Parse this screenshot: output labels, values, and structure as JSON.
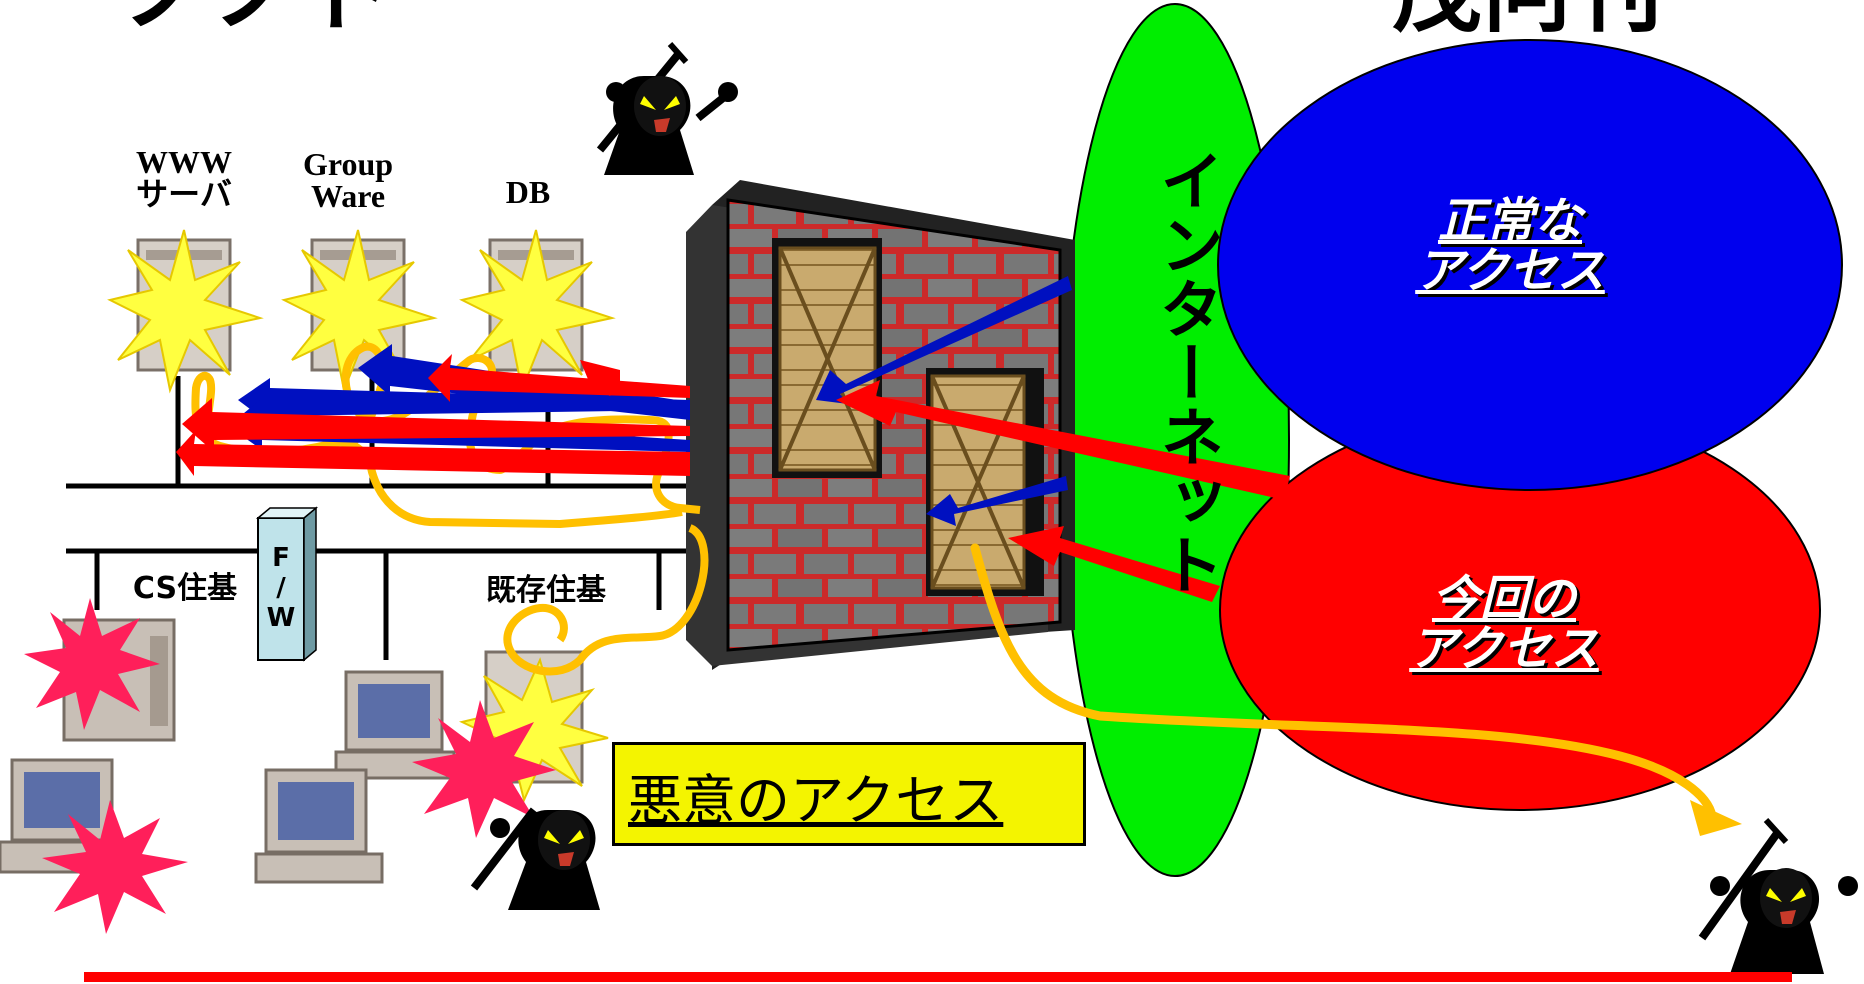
{
  "title_fragments": {
    "left": "ノノト",
    "right": "茂冋刊"
  },
  "servers": [
    {
      "id": "www",
      "label": "WWW\nサーバ"
    },
    {
      "id": "groupware",
      "label": "Group\nWare"
    },
    {
      "id": "db",
      "label": "DB"
    }
  ],
  "lan_labels": {
    "cs": "CS住基",
    "existing": "既存住基",
    "firewall": "F\n/\nW"
  },
  "internet_label": "インターネット",
  "ellipses": {
    "normal": "正常な\nアクセス",
    "current": "今回の\nアクセス"
  },
  "malicious_label": "悪意のアクセス",
  "colors": {
    "internet": "#00ee00",
    "normal": "#0000ee",
    "current": "#ff0000",
    "malicious_box": "#f4f400",
    "orange_path": "#ffc000",
    "blue_arrow": "#0010c0",
    "red_arrow": "#ff0000",
    "burst_yellow": "#ffff40",
    "burst_pink": "#ff1f5a",
    "firewall_box": "#bfe3ea"
  }
}
